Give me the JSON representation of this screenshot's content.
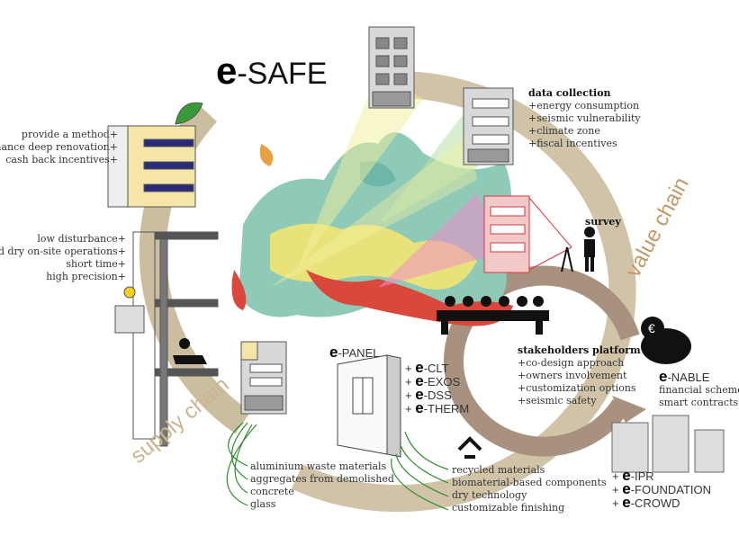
{
  "logo": {
    "prefix": "e",
    "text": "-SAFE"
  },
  "renovation": {
    "items": [
      "provide a method+",
      "re-finance deep renovation+",
      "cash back incentives+"
    ]
  },
  "installation": {
    "items": [
      "low disturbance+",
      "rapid dry on-site operations+",
      "short time+",
      "high precision+"
    ]
  },
  "data_collection": {
    "title": "data collection",
    "items": [
      "+energy consumption",
      "+seismic vulnerability",
      "+climate zone",
      "+fiscal incentives"
    ]
  },
  "survey": {
    "label": "survey"
  },
  "stakeholders": {
    "title": "stakeholders platform",
    "items": [
      "+co-design approach",
      "+owners involvement",
      "+customization options",
      "+seismic safety"
    ]
  },
  "enable": {
    "prefix": "e",
    "name": "-NABLE",
    "items": [
      "financial schemes",
      "smart contracts"
    ]
  },
  "panel": {
    "prefix": "e",
    "name": "-PANEL",
    "modules": [
      "-CLT",
      "-EXOS",
      "-DSS",
      "-THERM"
    ]
  },
  "bottom_right_modules": [
    "-IPR",
    "-FOUNDATION",
    "-CROWD"
  ],
  "waste": {
    "items": [
      "aluminium waste materials",
      "aggregates from demolished",
      "concrete",
      "glass"
    ]
  },
  "materials": {
    "items": [
      "recycled materials",
      "biomaterial-based components",
      "dry technology",
      "customizable finishing"
    ]
  },
  "chains": {
    "supply": "supply chain",
    "value": "value chain"
  },
  "colors": {
    "ring": "#cbbd9f",
    "inner_ring": "#a8917f",
    "arrows": "#2e8b2e",
    "survey_red": "#d9363e"
  }
}
